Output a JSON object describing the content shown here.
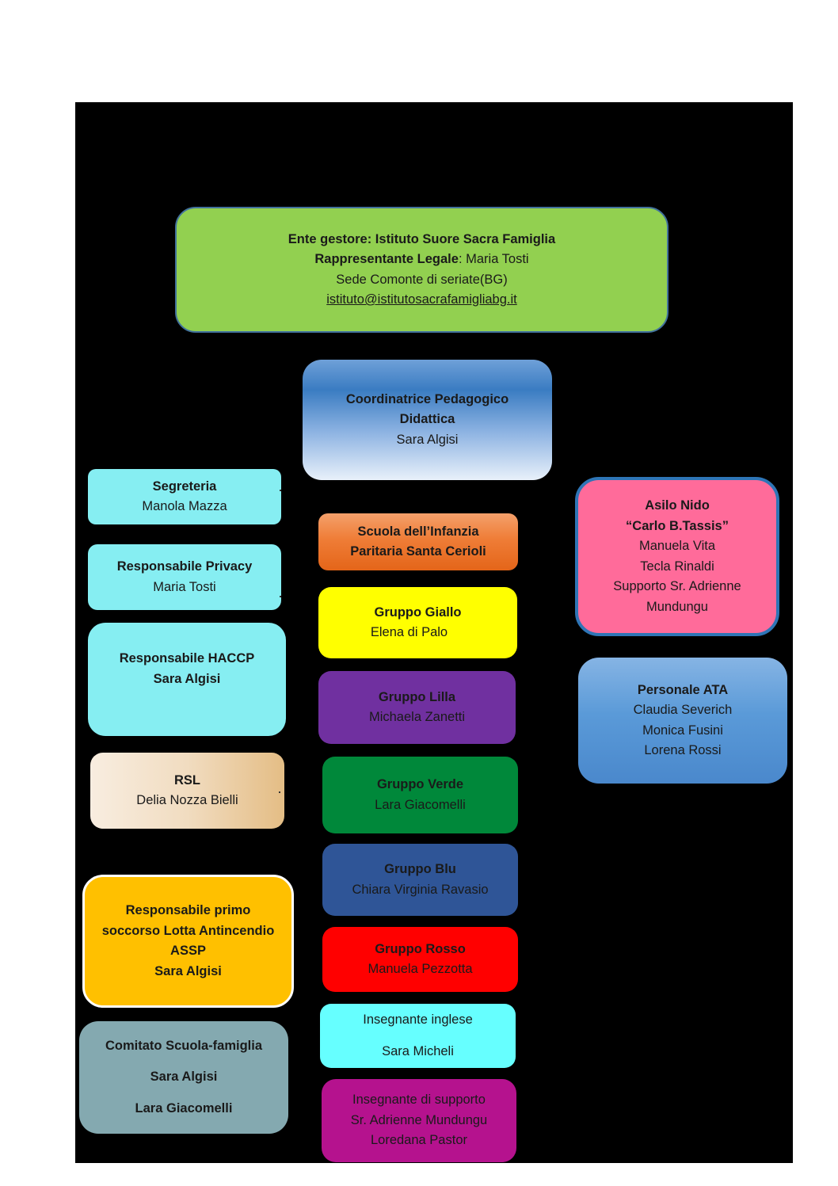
{
  "org_chart": {
    "ente": {
      "line1": "Ente gestore: Istituto Suore Sacra Famiglia",
      "rappresentante_label": "Rappresentante Legale",
      "rappresentante_name": ": Maria Tosti",
      "sede": "Sede Comonte di seriate(BG)",
      "email": "istituto@istitutosacrafamigliabg.it"
    },
    "coordinatrice": {
      "title_line1": "Coordinatrice Pedagogico",
      "title_line2": "Didattica",
      "name": "Sara Algisi"
    },
    "segreteria": {
      "title": "Segreteria",
      "name": "Manola Mazza"
    },
    "privacy": {
      "title": "Responsabile Privacy",
      "name": "Maria Tosti"
    },
    "haccp": {
      "title": "Responsabile HACCP",
      "name": "Sara Algisi"
    },
    "rsl": {
      "title": "RSL",
      "name": "Delia Nozza Bielli"
    },
    "primo_soccorso": {
      "line1": "Responsabile primo",
      "line2": "soccorso Lotta Antincendio",
      "line3": "ASSP",
      "name": "Sara Algisi"
    },
    "comitato": {
      "title": "Comitato Scuola-famiglia",
      "member1": "Sara Algisi",
      "member2": "Lara Giacomelli"
    },
    "infanzia": {
      "line1": "Scuola dell’Infanzia",
      "line2": "Paritaria Santa Cerioli"
    },
    "gruppi": {
      "giallo": {
        "title": "Gruppo Giallo",
        "name": "Elena di Palo"
      },
      "lilla": {
        "title": "Gruppo Lilla",
        "name": "Michaela Zanetti"
      },
      "verde": {
        "title": "Gruppo Verde",
        "name": "Lara Giacomelli"
      },
      "blu": {
        "title": "Gruppo Blu",
        "name": "Chiara Virginia Ravasio"
      },
      "rosso": {
        "title": "Gruppo Rosso",
        "name": "Manuela Pezzotta"
      }
    },
    "inglese": {
      "title": "Insegnante inglese",
      "name": "Sara Micheli"
    },
    "supporto": {
      "title": "Insegnante di supporto",
      "name1": "Sr. Adrienne Mundungu",
      "name2": "Loredana Pastor"
    },
    "nido": {
      "title": "Asilo Nido",
      "subtitle": "“Carlo B.Tassis”",
      "name1": "Manuela Vita",
      "name2": "Tecla Rinaldi",
      "name3": "Supporto Sr. Adrienne",
      "name4": "Mundungu"
    },
    "ata": {
      "title": "Personale ATA",
      "name1": "Claudia Severich",
      "name2": "Monica Fusini",
      "name3": "Lorena Rossi"
    }
  },
  "colors": {
    "background": "#000000",
    "ente": "#92d050",
    "coordinatrice": "#3a7cc2",
    "cyan_boxes": "#86eef2",
    "primo_soccorso": "#ffc000",
    "comitato": "#84a9b0",
    "infanzia": "#ef7d37",
    "giallo": "#ffff00",
    "lilla": "#7030a0",
    "verde": "#00883a",
    "blu": "#2f5597",
    "rosso": "#ff0000",
    "inglese": "#66ffff",
    "supporto": "#b5128e",
    "nido": "#ff6b9a",
    "ata": "#5a9ad8"
  }
}
